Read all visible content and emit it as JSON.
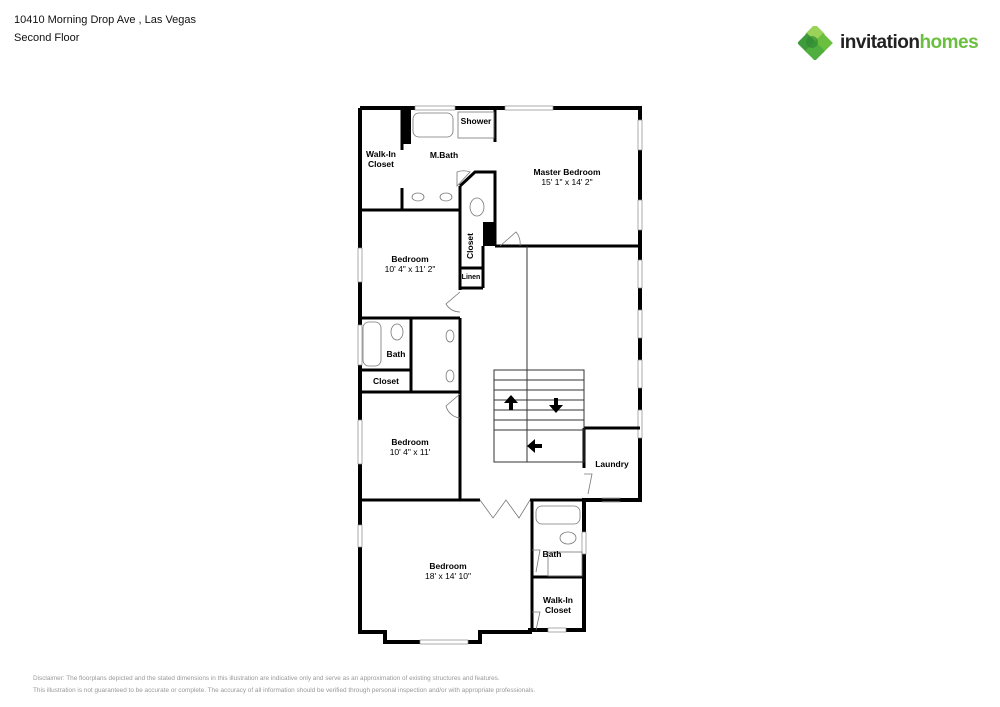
{
  "header": {
    "address": "10410 Morning Drop Ave , Las Vegas",
    "floor": "Second Floor"
  },
  "logo": {
    "part1": "invitation",
    "part2": "homes",
    "colors": {
      "dark": "#222222",
      "green": "#6abf3f",
      "green_dark": "#3e9a3a",
      "green_light": "#9ad25a"
    }
  },
  "rooms": {
    "walkin1": {
      "name": "Walk-In\nCloset"
    },
    "mbath": {
      "name": "M.Bath"
    },
    "shower": {
      "name": "Shower"
    },
    "master": {
      "name": "Master Bedroom",
      "dims": "15' 1\" x 14' 2\""
    },
    "closet_v": {
      "name": "Closet"
    },
    "linen": {
      "name": "Linen"
    },
    "bed1": {
      "name": "Bedroom",
      "dims": "10' 4\" x 11' 2\""
    },
    "bath1": {
      "name": "Bath"
    },
    "closet1": {
      "name": "Closet"
    },
    "bed2": {
      "name": "Bedroom",
      "dims": "10' 4\" x 11'"
    },
    "laundry": {
      "name": "Laundry"
    },
    "bed3": {
      "name": "Bedroom",
      "dims": "18' x 14' 10\""
    },
    "bath2": {
      "name": "Bath"
    },
    "walkin2": {
      "name": "Walk-In\nCloset"
    }
  },
  "disclaimer": {
    "line1": "Disclaimer: The floorplans depicted and the stated dimensions in this illustration are indicative only and serve as an approximation of existing structures and features.",
    "line2": "This illustration is not guaranteed to be accurate or complete. The accuracy of all information should be verified through personal inspection and/or with appropriate professionals."
  }
}
